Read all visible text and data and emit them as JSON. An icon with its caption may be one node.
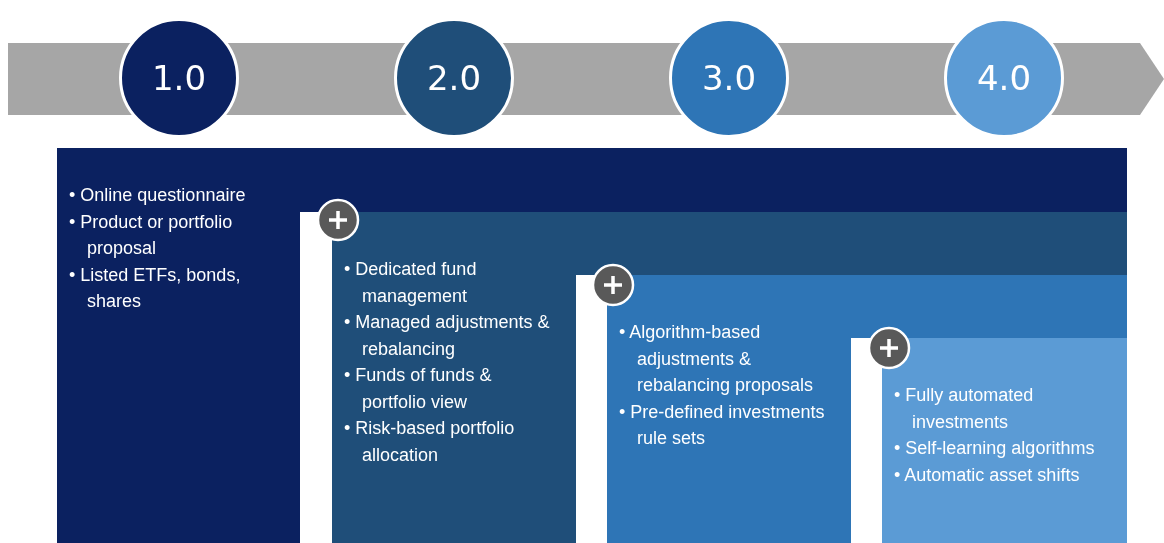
{
  "diagram": {
    "nodes": [
      {
        "text": [
          "1.0"
        ]
      },
      {
        "text": [
          "2.0"
        ]
      },
      {
        "text": [
          "3.0"
        ]
      },
      {
        "text": [
          "4.0"
        ]
      },
      {
        "text": [
          "• Online questionnaire",
          "• Product or portfolio proposal",
          "• Listed ETFs, bonds, shares"
        ]
      },
      {
        "text": [
          "• Dedicated fund management",
          "• Managed adjustments & rebalancing",
          "• Funds of funds & portfolio view",
          "• Risk-based portfolio allocation"
        ],
        "in": 4
      },
      {
        "text": [
          "• Algorithm-based adjustments & rebalancing proposals",
          "• Pre-defined investments rule sets"
        ],
        "in": 5
      },
      {
        "text": [
          "• Fully automated investments",
          "• Self-learning algorithms",
          "• Automatic asset shifts"
        ],
        "in": 6
      }
    ],
    "edges": []
  }
}
